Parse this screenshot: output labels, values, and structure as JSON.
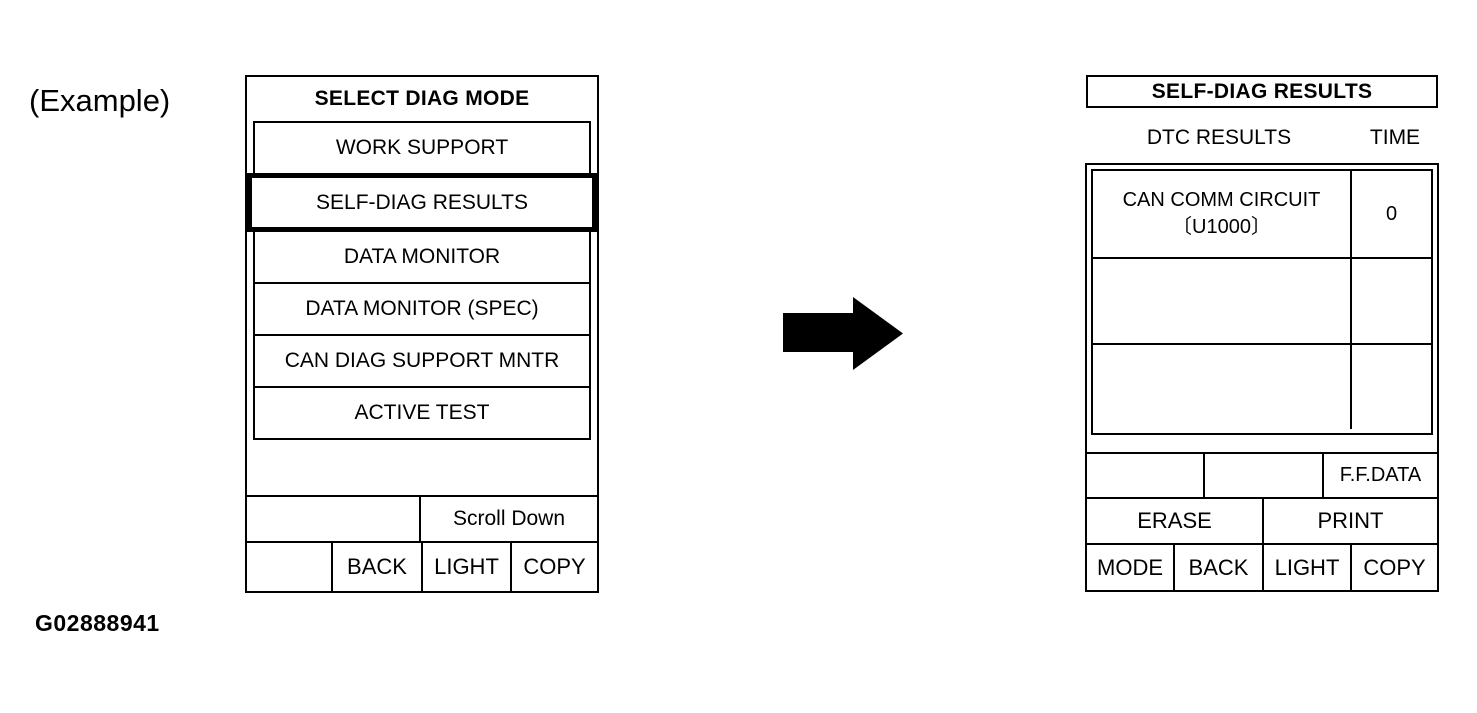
{
  "page": {
    "example_label": "(Example)",
    "figure_id": "G02888941"
  },
  "colors": {
    "ink": "#000000",
    "background": "#ffffff"
  },
  "arrow": {
    "icon": "right-arrow"
  },
  "left_screen": {
    "title": "SELECT DIAG MODE",
    "menu_items": [
      {
        "label": "WORK SUPPORT",
        "selected": false
      },
      {
        "label": "SELF-DIAG RESULTS",
        "selected": true
      },
      {
        "label": "DATA MONITOR",
        "selected": false
      },
      {
        "label": "DATA MONITOR (SPEC)",
        "selected": false
      },
      {
        "label": "CAN DIAG SUPPORT MNTR",
        "selected": false
      },
      {
        "label": "ACTIVE TEST",
        "selected": false
      }
    ],
    "scroll_label": "Scroll Down",
    "buttons": [
      "",
      "BACK",
      "LIGHT",
      "COPY"
    ]
  },
  "right_screen": {
    "title": "SELF-DIAG RESULTS",
    "column_headers": {
      "dtc": "DTC RESULTS",
      "time": "TIME"
    },
    "results": [
      {
        "dtc_name": "CAN COMM CIRCUIT",
        "dtc_code": "〔U1000〕",
        "time": "0"
      },
      {
        "dtc_name": "",
        "dtc_code": "",
        "time": ""
      },
      {
        "dtc_name": "",
        "dtc_code": "",
        "time": ""
      }
    ],
    "function_row": [
      "",
      "",
      "F.F.DATA"
    ],
    "action_row": [
      "ERASE",
      "PRINT"
    ],
    "buttons": [
      "MODE",
      "BACK",
      "LIGHT",
      "COPY"
    ]
  }
}
